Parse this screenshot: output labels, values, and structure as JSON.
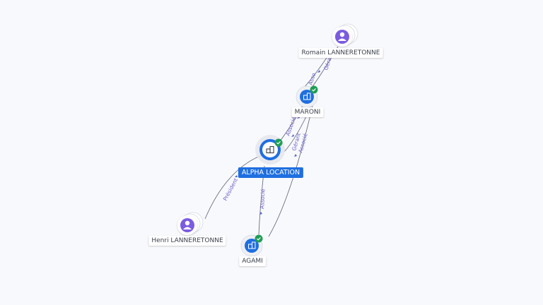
{
  "graph": {
    "nodes": [
      {
        "id": "romain",
        "kind": "person",
        "label": "Romain LANNERETONNE"
      },
      {
        "id": "maroni",
        "kind": "company",
        "label": "MARONI",
        "verified": true
      },
      {
        "id": "alpha",
        "kind": "company-main",
        "label": "ALPHA LOCATION",
        "verified": true
      },
      {
        "id": "henri",
        "kind": "person",
        "label": "Henri LANNERETONNE"
      },
      {
        "id": "agami",
        "kind": "company",
        "label": "AGAMI",
        "verified": true
      }
    ],
    "edges": [
      {
        "id": "e1",
        "label": "Gérant"
      },
      {
        "id": "e2",
        "label": "Asso"
      },
      {
        "id": "e3",
        "label": "Associé"
      },
      {
        "id": "e4",
        "label": "Gérant"
      },
      {
        "id": "e5",
        "label": "Associé"
      },
      {
        "id": "e6",
        "label": "Président"
      },
      {
        "id": "e7",
        "label": "Associé"
      }
    ]
  },
  "colors": {
    "accent": "#1f6fe0",
    "person": "#7b5ce0",
    "verified": "#1f9d55",
    "edge": "#6b7086",
    "edge_label": "#6d62c9"
  }
}
